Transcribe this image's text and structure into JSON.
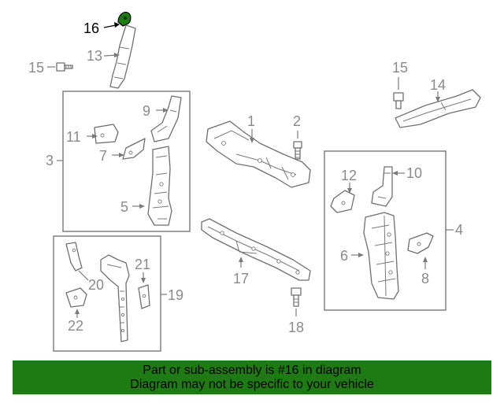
{
  "diagram": {
    "highlight_color": "#1e7a12",
    "highlighted_part": "16",
    "callouts": {
      "c1": "1",
      "c2": "2",
      "c3": "3",
      "c4": "4",
      "c5": "5",
      "c6": "6",
      "c7": "7",
      "c8": "8",
      "c9": "9",
      "c10": "10",
      "c11": "11",
      "c12": "12",
      "c13": "13",
      "c14": "14",
      "c15a": "15",
      "c15b": "15",
      "c16": "16",
      "c17": "17",
      "c18": "18",
      "c19": "19",
      "c20": "20",
      "c21": "21",
      "c22": "22"
    }
  },
  "banner": {
    "background": "#1e7a12",
    "line1": "Part or sub-assembly is #16 in diagram",
    "line2": "Diagram may not be specific to your vehicle"
  }
}
